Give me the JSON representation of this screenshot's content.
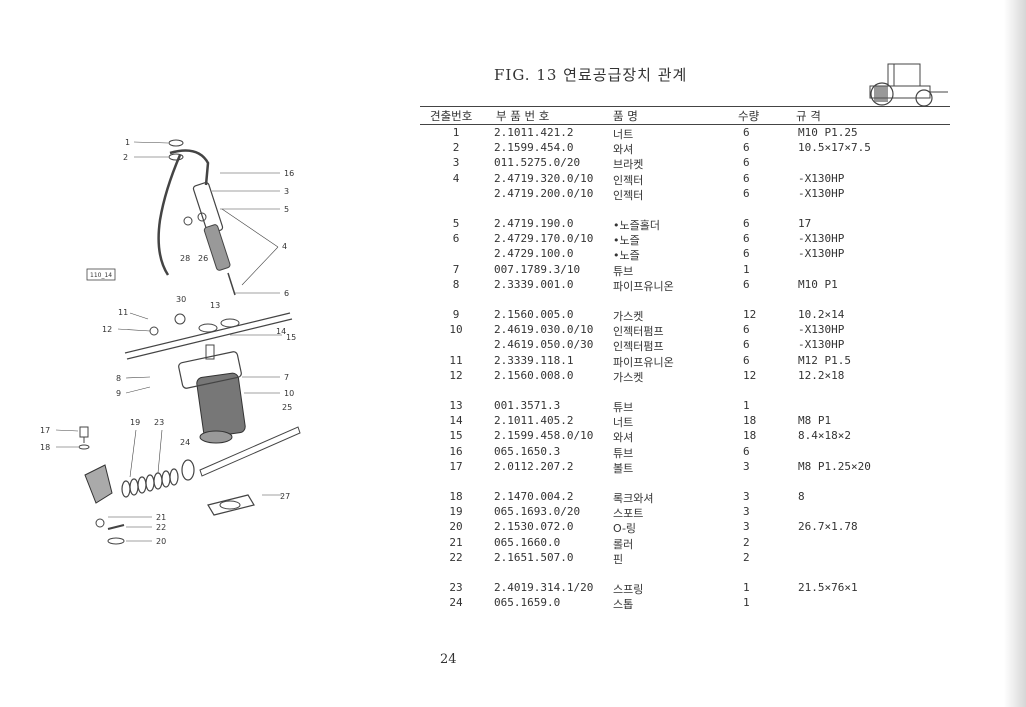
{
  "document": {
    "title": "FIG. 13 연료공급장치 관계",
    "page_number": "24",
    "diagram_tag": "110_14",
    "headers": {
      "no": "견출번호",
      "part_no": "부 품 번 호",
      "name": "품      명",
      "qty": "수량",
      "spec": "규      격"
    },
    "callouts": [
      "1",
      "2",
      "16",
      "3",
      "5",
      "4",
      "28",
      "26",
      "6",
      "30",
      "13",
      "11",
      "12",
      "14",
      "15",
      "8",
      "9",
      "7",
      "10",
      "25",
      "19",
      "23",
      "17",
      "18",
      "24",
      "27",
      "21",
      "22",
      "20"
    ],
    "rows": [
      {
        "no": "1",
        "part": "2.1011.421.2",
        "name": "너트",
        "qty": "6",
        "spec": "M10 P1.25"
      },
      {
        "no": "2",
        "part": "2.1599.454.0",
        "name": "와셔",
        "qty": "6",
        "spec": "10.5×17×7.5"
      },
      {
        "no": "3",
        "part": "011.5275.0/20",
        "name": "브라켓",
        "qty": "6",
        "spec": ""
      },
      {
        "no": "4",
        "part": "2.4719.320.0/10",
        "name": "인젝터",
        "qty": "6",
        "spec": "-X130HP"
      },
      {
        "no": "",
        "part": "2.4719.200.0/10",
        "name": "인젝터",
        "qty": "6",
        "spec": "-X130HP"
      },
      {
        "no": "5",
        "part": "2.4719.190.0",
        "name": "•노즐홀더",
        "qty": "6",
        "spec": "17"
      },
      {
        "no": "6",
        "part": "2.4729.170.0/10",
        "name": "•노즐",
        "qty": "6",
        "spec": "-X130HP"
      },
      {
        "no": "",
        "part": "2.4729.100.0",
        "name": "•노즐",
        "qty": "6",
        "spec": "-X130HP"
      },
      {
        "no": "7",
        "part": "007.1789.3/10",
        "name": "튜브",
        "qty": "1",
        "spec": ""
      },
      {
        "no": "8",
        "part": "2.3339.001.0",
        "name": "파이프유니온",
        "qty": "6",
        "spec": "M10 P1"
      },
      {
        "no": "9",
        "part": "2.1560.005.0",
        "name": "가스켓",
        "qty": "12",
        "spec": "10.2×14"
      },
      {
        "no": "10",
        "part": "2.4619.030.0/10",
        "name": "인젝터펌프",
        "qty": "6",
        "spec": "-X130HP"
      },
      {
        "no": "",
        "part": "2.4619.050.0/30",
        "name": "인젝터펌프",
        "qty": "6",
        "spec": "-X130HP"
      },
      {
        "no": "11",
        "part": "2.3339.118.1",
        "name": "파이프유니온",
        "qty": "6",
        "spec": "M12 P1.5"
      },
      {
        "no": "12",
        "part": "2.1560.008.0",
        "name": "가스켓",
        "qty": "12",
        "spec": "12.2×18"
      },
      {
        "no": "13",
        "part": "001.3571.3",
        "name": "튜브",
        "qty": "1",
        "spec": ""
      },
      {
        "no": "14",
        "part": "2.1011.405.2",
        "name": "너트",
        "qty": "18",
        "spec": "M8 P1"
      },
      {
        "no": "15",
        "part": "2.1599.458.0/10",
        "name": "와셔",
        "qty": "18",
        "spec": "8.4×18×2"
      },
      {
        "no": "16",
        "part": "065.1650.3",
        "name": "튜브",
        "qty": "6",
        "spec": ""
      },
      {
        "no": "17",
        "part": "2.0112.207.2",
        "name": "볼트",
        "qty": "3",
        "spec": "M8 P1.25×20"
      },
      {
        "no": "18",
        "part": "2.1470.004.2",
        "name": "록크와셔",
        "qty": "3",
        "spec": "8"
      },
      {
        "no": "19",
        "part": "065.1693.0/20",
        "name": "스포트",
        "qty": "3",
        "spec": ""
      },
      {
        "no": "20",
        "part": "2.1530.072.0",
        "name": "O-링",
        "qty": "3",
        "spec": "26.7×1.78"
      },
      {
        "no": "21",
        "part": "065.1660.0",
        "name": "롤러",
        "qty": "2",
        "spec": ""
      },
      {
        "no": "22",
        "part": "2.1651.507.0",
        "name": "핀",
        "qty": "2",
        "spec": ""
      },
      {
        "no": "23",
        "part": "2.4019.314.1/20",
        "name": "스프링",
        "qty": "1",
        "spec": "21.5×76×1"
      },
      {
        "no": "24",
        "part": "065.1659.0",
        "name": "스톱",
        "qty": "1",
        "spec": ""
      }
    ]
  }
}
